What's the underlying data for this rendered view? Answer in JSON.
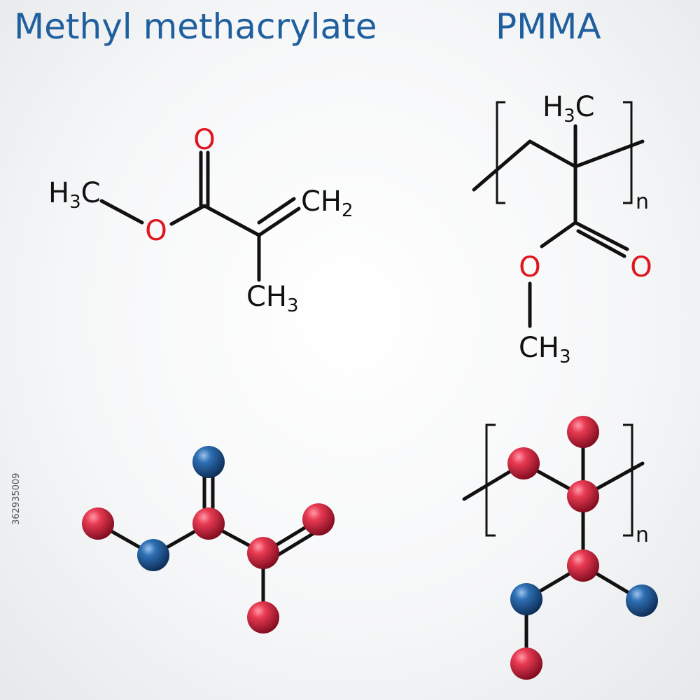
{
  "titles": {
    "left": "Methyl methacrylate",
    "right": "PMMA"
  },
  "stock_id": "362935009",
  "mma": {
    "o_top": "O",
    "ch2": "CH",
    "ch2_sub": "2",
    "h3c": "H",
    "h3c_sub": "3",
    "h3c_c": "C",
    "o_ester": "O",
    "ch3": "CH",
    "ch3_sub": "3"
  },
  "pmma": {
    "h3c": "H",
    "h3c_sub": "3",
    "h3c_c": "C",
    "n": "n",
    "o_ether": "O",
    "o_carbonyl": "O",
    "ch3": "CH",
    "ch3_sub": "3"
  },
  "models": {
    "n": "n"
  },
  "colors": {
    "title": "#1f5f9e",
    "oxygen_label": "#e0161e",
    "red_atom": "#c8152c",
    "blue_atom": "#1a4d8c"
  }
}
